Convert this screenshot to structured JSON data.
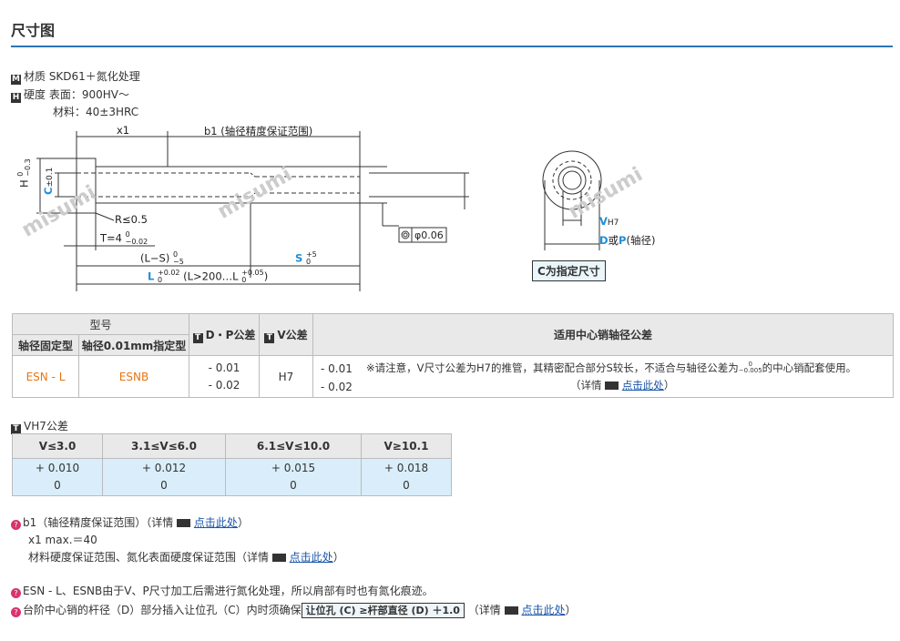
{
  "title": "尺寸图",
  "material": {
    "badge": "M",
    "text": "材质 SKD61＋氮化处理"
  },
  "hardness": {
    "badge": "H",
    "line1": "硬度 表面：900HV～",
    "line2": "材料：40±3HRC"
  },
  "drawing": {
    "x1": "x1",
    "b1": "b1 (轴径精度保证范围)",
    "h_label": "H",
    "h_tol_top": "0",
    "h_tol_bot": "−0.3",
    "c_label": "C",
    "c_tol": "±0.1",
    "r_label": "R≤0.5",
    "t_label": "T=4",
    "t_tol_top": "0",
    "t_tol_bot": "−0.02",
    "ls_label": "(L−S)",
    "ls_tol_top": "0",
    "ls_tol_bot": "−5",
    "s_label": "S",
    "s_tol_top": "+5",
    "s_tol_bot": "0",
    "l_label": "L",
    "l_tol_top": "+0.02",
    "l_tol_bot": "0",
    "l_range": "(L>200…L",
    "l_range_tol_top": "+0.05",
    "l_range_tol_bot": "0",
    "concentric": "φ0.06",
    "v_label": "V",
    "v_sub": "H7",
    "dp_label_d": "D",
    "dp_or": "或",
    "dp_label_p": "P",
    "dp_suffix": "(轴径)",
    "c_box": "C为指定尺寸",
    "watermark1": "misumi",
    "watermark2": "misumi",
    "watermark3": "misumi"
  },
  "table1": {
    "model_header": "型号",
    "fixed_type": "轴径固定型",
    "spec_type": "轴径0.01mm指定型",
    "dp_header": "D・P公差",
    "v_header": "V公差",
    "apply_header": "适用中心销轴径公差",
    "badge": "T",
    "row": {
      "fixed": "ESN - L",
      "spec": "ESNB",
      "dp_top": "- 0.01",
      "dp_bot": "- 0.02",
      "v": "H7",
      "apply_top": "- 0.01",
      "apply_bot": "- 0.02",
      "note_prefix": "※请注意，V尺寸公差为H7的推管，其精密配合部分S较长，不适合与轴径公差为",
      "note_tol_top": "0",
      "note_tol_bot": "−0.005",
      "note_suffix": "的中心销配套使用。",
      "detail_open": "（详情",
      "detail_link": "点击此处",
      "detail_close": "）"
    }
  },
  "vh7": {
    "badge": "T",
    "title": "VH7公差",
    "headers": [
      "V≤3.0",
      "3.1≤V≤6.0",
      "6.1≤V≤10.0",
      "V≥10.1"
    ],
    "top": [
      "+ 0.010",
      "+ 0.012",
      "+ 0.015",
      "+ 0.018"
    ],
    "bot": [
      "0",
      "0",
      "0",
      "0"
    ]
  },
  "notes": {
    "b1_text": "b1（轴径精度保证范围）（详情",
    "b1_link": "点击此处",
    "b1_close": "）",
    "x1_text": "x1 max.＝40",
    "hard_text": "材料硬度保证范围、氮化表面硬度保证范围（详情",
    "hard_link": "点击此处",
    "hard_close": "）",
    "esn_text": "ESN - L、ESNB由于V、P尺寸加工后需进行氮化处理，所以肩部有时也有氮化痕迹。",
    "step_text": "台阶中心销的杆径（D）部分插入让位孔（C）内时须确保",
    "step_box": "让位孔 (C) ≥杆部直径 (D) ＋1.0",
    "step_detail": "（详情",
    "step_link": "点击此处",
    "step_close": "）"
  }
}
